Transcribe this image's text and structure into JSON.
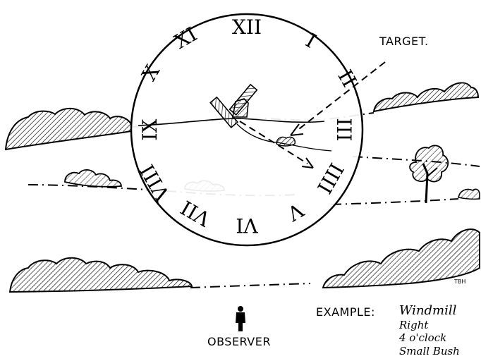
{
  "clock_numerals": [
    "XII",
    "I",
    "II",
    "III",
    "IIII",
    "V",
    "VI",
    "VII",
    "VIII",
    "IX",
    "X",
    "XI"
  ],
  "target_label": "TARGET.",
  "observer_label": "OBSERVER",
  "example": {
    "prefix": "EXAMPLE:",
    "lines": [
      "Windmill",
      "Right",
      "4 o'clock",
      "Small Bush"
    ]
  },
  "artist_initials": "TBH"
}
